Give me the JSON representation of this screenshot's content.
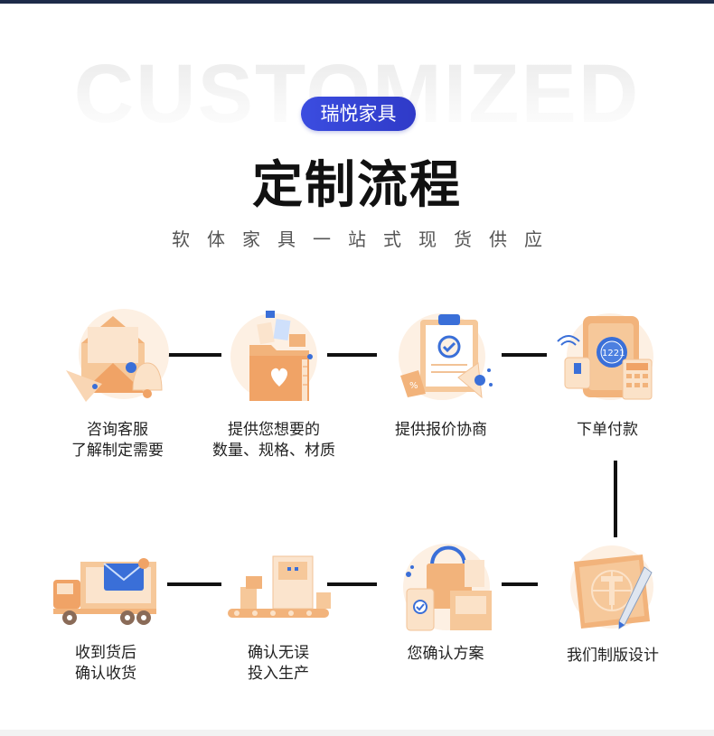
{
  "header": {
    "watermark": "CUSTOMIZED",
    "brand": "瑞悦家具",
    "title": "定制流程",
    "subtitle": "软体家具一站式现货供应"
  },
  "steps": [
    {
      "lines": [
        "咨询客服",
        "了解制定需要"
      ],
      "icon": "envelope-bell-icon"
    },
    {
      "lines": [
        "提供您想要的",
        "数量、规格、材质"
      ],
      "icon": "folder-heart-icon"
    },
    {
      "lines": [
        "提供报价协商"
      ],
      "icon": "clipboard-megaphone-icon"
    },
    {
      "lines": [
        "下单付款"
      ],
      "icon": "phone-calculator-icon"
    },
    {
      "lines": [
        "我们制版设计"
      ],
      "icon": "blueprint-pen-icon"
    },
    {
      "lines": [
        "您确认方案"
      ],
      "icon": "shopping-bag-phone-icon"
    },
    {
      "lines": [
        "确认无误",
        "投入生产"
      ],
      "icon": "factory-conveyor-icon"
    },
    {
      "lines": [
        "收到货后",
        "确认收货"
      ],
      "icon": "delivery-truck-icon"
    }
  ],
  "colors": {
    "accent": "#3b4de0",
    "orange": "#f0a366",
    "light_orange": "#f9d6b4",
    "blue_icon": "#3a6fd8"
  }
}
